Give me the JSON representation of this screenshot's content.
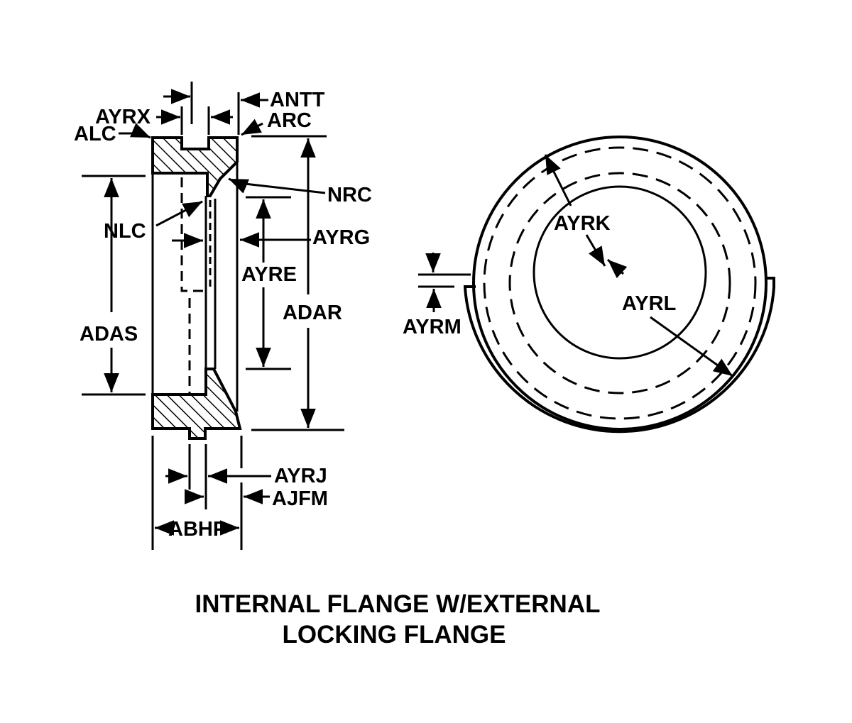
{
  "title": {
    "line1": "INTERNAL FLANGE W/EXTERNAL",
    "line2": "LOCKING FLANGE"
  },
  "colors": {
    "ink": "#000000",
    "paper": "#ffffff"
  },
  "section_view": {
    "labels": {
      "antt": "ANTT",
      "ayrx": "AYRX",
      "arc": "ARC",
      "alc": "ALC",
      "nrc": "NRC",
      "nlc": "NLC",
      "ayrg": "AYRG",
      "ayre": "AYRE",
      "adar": "ADAR",
      "adas": "ADAS",
      "ayrj": "AYRJ",
      "ajfm": "AJFM",
      "abhp": "ABHP"
    }
  },
  "end_view": {
    "labels": {
      "ayrk": "AYRK",
      "ayrl": "AYRL",
      "ayrm": "AYRM"
    }
  }
}
